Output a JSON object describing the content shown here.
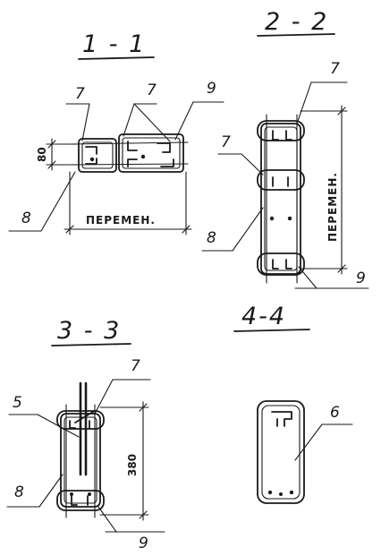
{
  "sections": {
    "s1": {
      "title": "1 - 1",
      "labels": {
        "a": "7",
        "b": "7",
        "c": "9",
        "d": "8"
      },
      "dim_height": "80",
      "dim_width": "ПЕРЕМЕН."
    },
    "s2": {
      "title": "2 - 2",
      "labels": {
        "a": "7",
        "b": "7",
        "c": "8",
        "d": "9"
      },
      "dim_height": "ПЕРЕМЕН."
    },
    "s3": {
      "title": "3 - 3",
      "labels": {
        "a": "7",
        "b": "5",
        "c": "8",
        "d": "9"
      },
      "dim_height": "380"
    },
    "s4": {
      "title": "4-4",
      "labels": {
        "a": "6"
      }
    }
  }
}
